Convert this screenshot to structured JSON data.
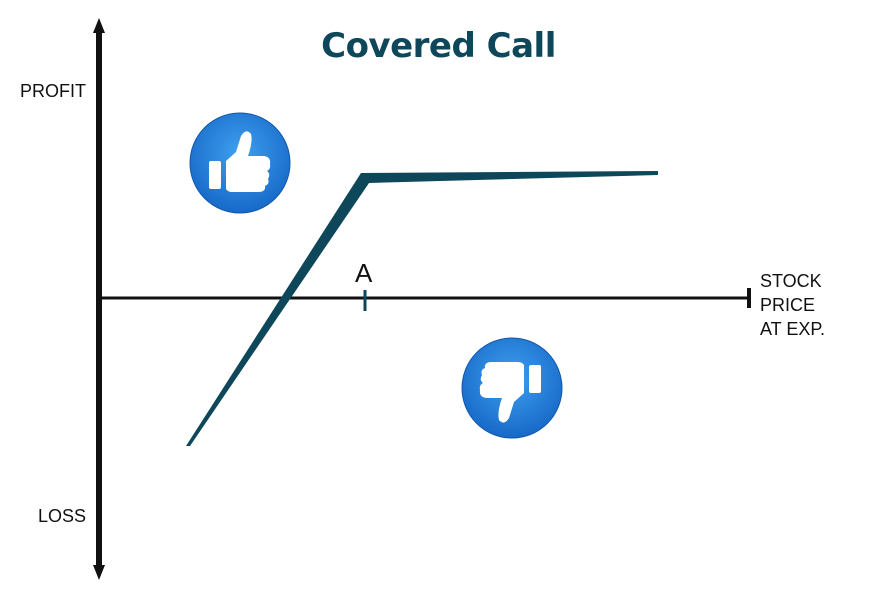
{
  "title": "Covered Call",
  "y_axis": {
    "top_label": "PROFIT",
    "bottom_label": "LOSS"
  },
  "x_axis": {
    "label_lines": [
      "STOCK",
      "PRICE",
      "AT EXP."
    ]
  },
  "strike_marker": {
    "label": "A"
  },
  "icons": {
    "favorable": "thumbs-up-icon",
    "unfavorable": "thumbs-down-icon"
  },
  "colors": {
    "title": "#0d4759",
    "payoff_line": "#0d4759",
    "axes": "#111111",
    "icon_circle": "#1e88e5",
    "icon_glyph": "#ffffff"
  }
}
